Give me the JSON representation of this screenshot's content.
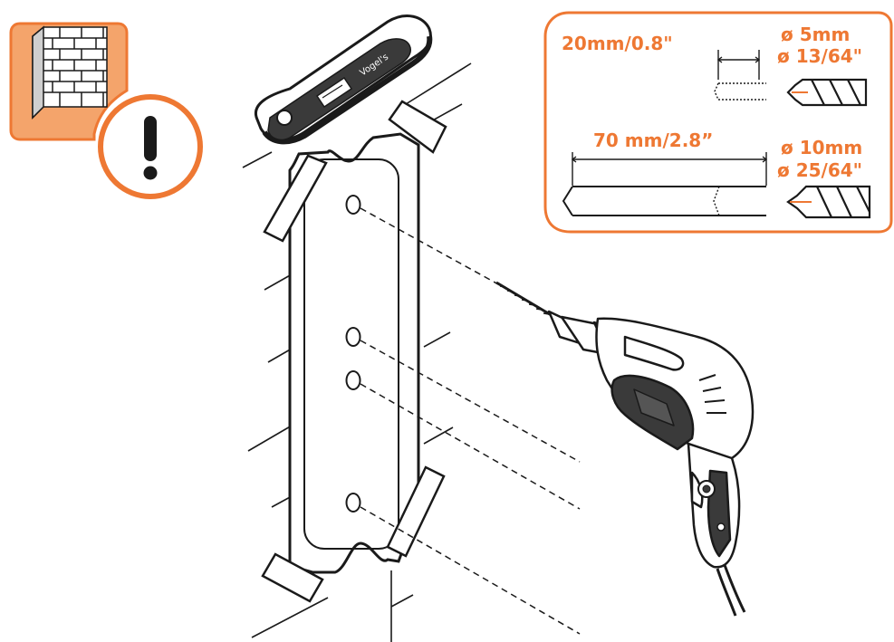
{
  "colors": {
    "accent": "#ee7833",
    "accent_fill": "#f4a46b",
    "line": "#1a1a1a",
    "light_fill": "#f2f2f2",
    "dark_fill": "#3a3a3a"
  },
  "brand_logo_text": "Vogel's",
  "drill_specs": {
    "small": {
      "depth_label": "20mm/0.8\"",
      "diameter_metric": "ø 5mm",
      "diameter_imperial": "ø 13/64\""
    },
    "large": {
      "depth_label": "70 mm/2.8”",
      "diameter_metric": "ø 10mm",
      "diameter_imperial": "ø 25/64\""
    }
  },
  "icons": {
    "wall_type": "brick-wall-icon",
    "warning": "exclamation-warning-icon",
    "tool": "power-drill-icon",
    "template": "drilling-template-icon",
    "tape": "adhesive-tape-icon",
    "level": "spirit-level-icon"
  }
}
